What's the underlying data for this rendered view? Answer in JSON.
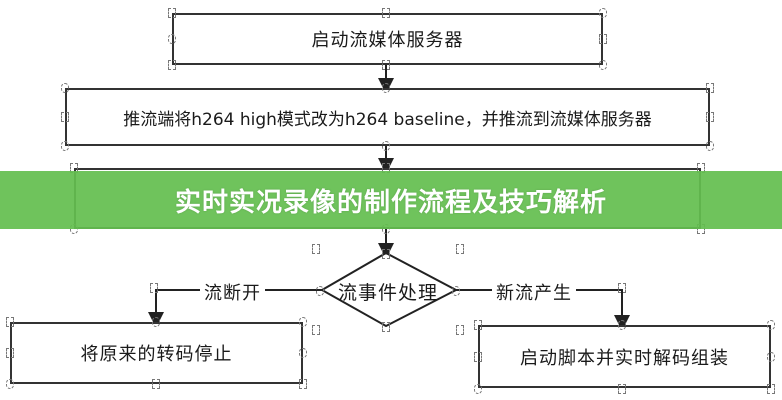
{
  "banner": {
    "title": "实时实况录像的制作流程及技巧解析",
    "color": "#6fc45a"
  },
  "flowchart": {
    "nodes": {
      "start_server": "启动流媒体服务器",
      "change_profile": "推流端将h264 high模式改为h264 baseline，并推流到流媒体服务器",
      "hidden_step": "",
      "stream_event": "流事件处理",
      "stop_transcode": "将原来的转码停止",
      "start_script": "启动脚本并实时解码组装"
    },
    "edges": {
      "left_branch": "流断开",
      "right_branch": "新流产生"
    }
  }
}
